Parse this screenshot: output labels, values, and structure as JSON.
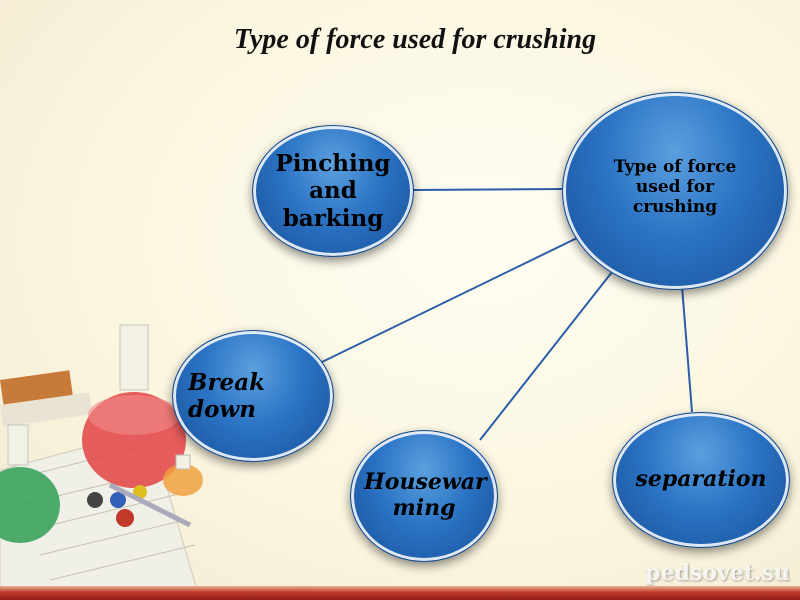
{
  "title": "Type of force used for crushing",
  "nodes": {
    "hub": "Type of force used for crushing",
    "pinching": "Pinching and barking",
    "break_down": "Break down",
    "housewarming": "Housewar ming",
    "separation": "separation"
  },
  "watermark": "pedsovet.su",
  "colors": {
    "node_fill": "#2b73c4",
    "connector": "#2a5ea8",
    "footer": "#c0392b"
  }
}
